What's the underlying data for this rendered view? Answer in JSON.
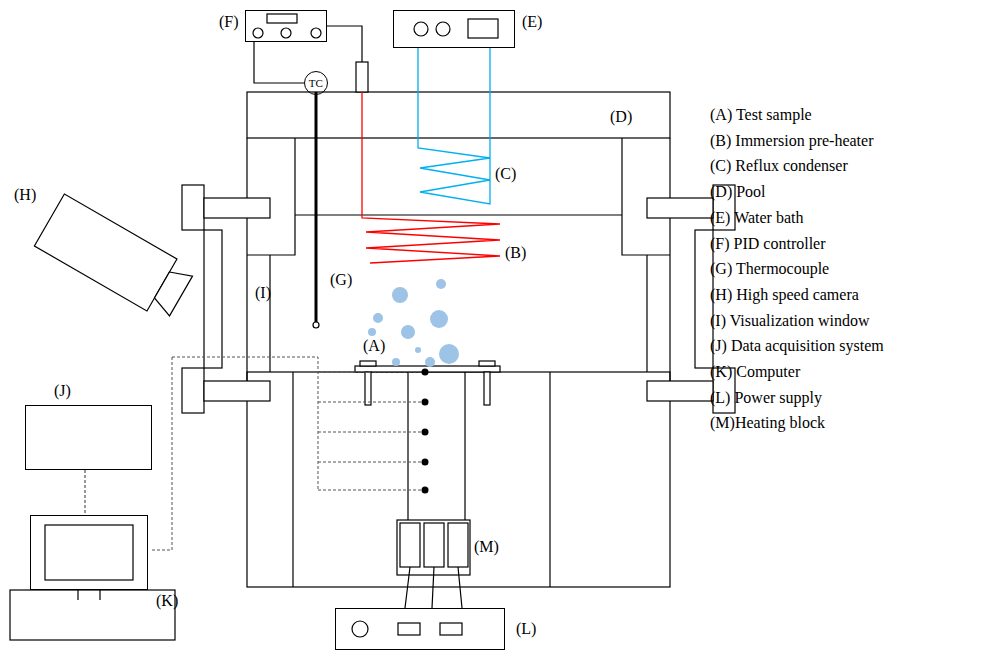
{
  "diagram": {
    "nodes": [
      {
        "text": [
          "(F)"
        ]
      },
      {
        "text": [
          "TC"
        ]
      },
      {
        "text": [
          "(E)"
        ]
      },
      {
        "text": [
          "(J)"
        ]
      },
      {
        "text": [
          "(K)"
        ]
      },
      {
        "text": [
          "(L)"
        ]
      }
    ],
    "edges": [
      {
        "from": 0,
        "to": 1,
        "arrow": "none"
      },
      {
        "from": 3,
        "to": 4,
        "arrow": "none"
      }
    ],
    "labels": [
      "(A)",
      "(B)",
      "(C)",
      "(D)",
      "(G)",
      "(H)",
      "(I)",
      "(M)",
      "(A) Test sample",
      "(B) Immersion pre-heater",
      "(C) Reflux condenser",
      "(D) Pool",
      "(E) Water bath",
      "(F) PID controller",
      "(G) Thermocouple",
      "(H) High speed camera",
      "(I)  Visualization window",
      "(J)  Data acquisition system",
      "(K) Computer",
      "(L) Power supply",
      "(M)Heating block"
    ]
  }
}
